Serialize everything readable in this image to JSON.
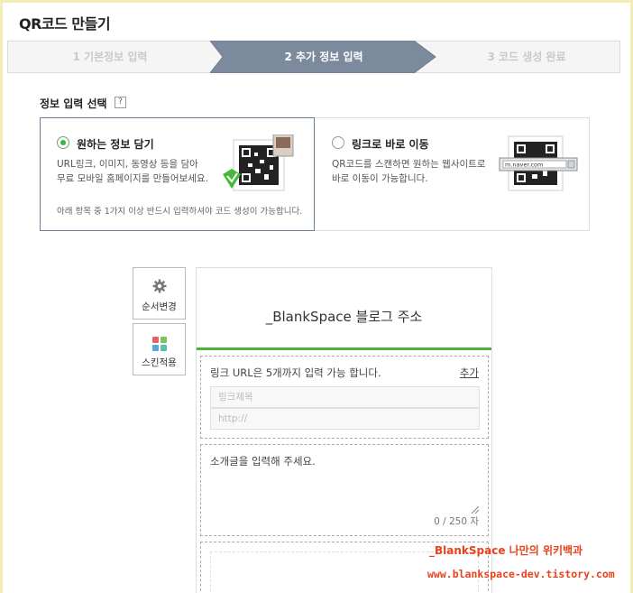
{
  "page": {
    "title": "QR코드 만들기"
  },
  "steps": [
    {
      "label": "1 기본정보 입력",
      "state": "done"
    },
    {
      "label": "2 추가 정보 입력",
      "state": "active"
    },
    {
      "label": "3 코드 생성 완료",
      "state": "pending"
    }
  ],
  "section": {
    "label": "정보 입력 선택",
    "help": "?"
  },
  "options": {
    "left": {
      "title": "원하는 정보 담기",
      "desc1": "URL링크, 이미지, 동영상 등을 담아",
      "desc2": "무료 모바일 홈페이지를 만들어보세요.",
      "note": "아래 항목 중 1가지 이상 반드시 입력하셔야 코드 생성이 가능합니다.",
      "selected": true
    },
    "right": {
      "title": "링크로 바로 이동",
      "desc1": "QR코드를 스캔하면 원하는 웹사이트로",
      "desc2": "바로 이동이 가능합니다.",
      "url_sample": "m.naver.com",
      "selected": false
    }
  },
  "side_buttons": [
    {
      "label": "순서변경",
      "icon": "gear-icon"
    },
    {
      "label": "스킨적용",
      "icon": "skin-grid-icon"
    }
  ],
  "preview": {
    "blog_title": "_BlankSpace 블로그 주소",
    "link_info": "링크 URL은 5개까지 입력 가능 합니다.",
    "add_label": "추가",
    "link_title_placeholder": "링크제목",
    "link_url_placeholder": "http://",
    "intro_placeholder": "소개글을 입력해 주세요.",
    "counter": "0 / 250 자"
  },
  "watermark": {
    "line1": "_BlankSpace 나만의 위키백과",
    "line2": "www.blankspace-dev.tistory.com"
  },
  "colors": {
    "accent_green": "#4cb33a",
    "active_step": "#7b8a9c",
    "watermark": "#e8431c"
  }
}
